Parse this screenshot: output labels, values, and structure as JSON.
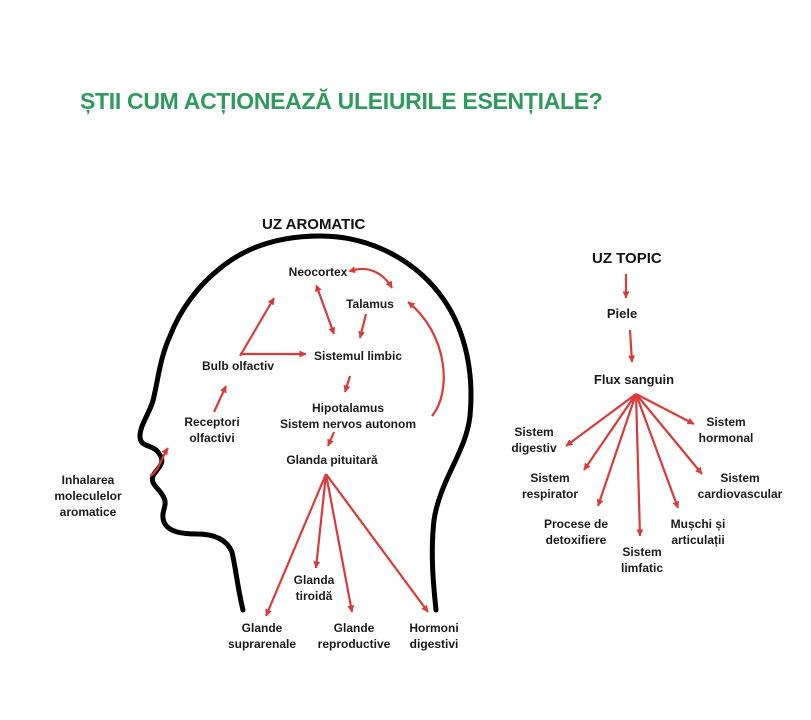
{
  "title": "ȘTII CUM ACȚIONEAZĂ ULEIURILE ESENȚIALE?",
  "aromatic": {
    "heading": "UZ AROMATIC",
    "neocortex": "Neocortex",
    "talamus": "Talamus",
    "bulb": "Bulb olfactiv",
    "limbic": "Sistemul limbic",
    "receptori": [
      "Receptori",
      "olfactivi"
    ],
    "hipotalamus": [
      "Hipotalamus",
      "Sistem nervos autonom"
    ],
    "inhalarea": [
      "Inhalarea",
      "moleculelor",
      "aromatice"
    ],
    "pituitara": "Glanda pituitară",
    "tiroida": [
      "Glanda",
      "tiroidă"
    ],
    "suprarenale": [
      "Glande",
      "suprarenale"
    ],
    "reproductive": [
      "Glande",
      "reproductive"
    ],
    "hormoni": [
      "Hormoni",
      "digestivi"
    ]
  },
  "topic": {
    "heading": "UZ TOPIC",
    "piele": "Piele",
    "flux": "Flux sanguin",
    "digestiv": [
      "Sistem",
      "digestiv"
    ],
    "respirator": [
      "Sistem",
      "respirator"
    ],
    "detox": [
      "Procese de",
      "detoxifiere"
    ],
    "limfatic": [
      "Sistem",
      "limfatic"
    ],
    "muschi": [
      "Mușchi și",
      "articulații"
    ],
    "cardio": [
      "Sistem",
      "cardiovascular"
    ],
    "hormonal": [
      "Sistem",
      "hormonal"
    ]
  },
  "colors": {
    "title": "#2e9a5e",
    "arrow": "#d93a3a",
    "outline": "#000000"
  }
}
